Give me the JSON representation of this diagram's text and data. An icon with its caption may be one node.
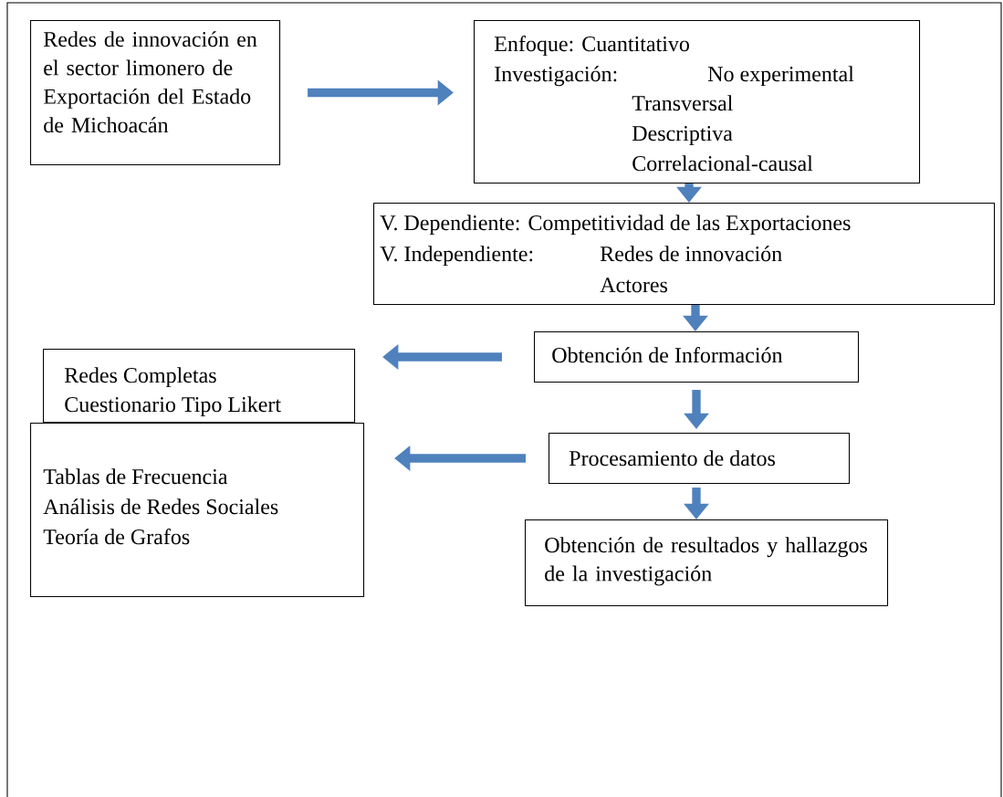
{
  "diagram": {
    "nodes": [
      {
        "text": [
          "Redes de innovación en el sector limonero de Exportación del Estado de Michoacán"
        ]
      },
      {
        "text": [
          "Enfoque: Cuantitativo",
          "Investigación:",
          "No experimental",
          "Transversal",
          "Descriptiva",
          "Correlacional-causal"
        ]
      },
      {
        "text": [
          "V. Dependiente: Competitividad de las Exportaciones",
          "V. Independiente:",
          "Redes de innovación",
          "Actores"
        ]
      },
      {
        "text": [
          "Obtención de Información"
        ]
      },
      {
        "text": [
          "Redes Completas",
          "Cuestionario Tipo Likert"
        ]
      },
      {
        "text": [
          "Tablas de Frecuencia",
          "Análisis de Redes Sociales",
          "Teoría de Grafos"
        ]
      },
      {
        "text": [
          "Procesamiento de datos"
        ]
      },
      {
        "text": [
          "Obtención de resultados y hallazgos de la investigación"
        ]
      }
    ],
    "edges": [
      {
        "from": 0,
        "to": 1,
        "arrow": "to"
      },
      {
        "from": 1,
        "to": 2,
        "arrow": "to"
      },
      {
        "from": 2,
        "to": 3,
        "arrow": "to"
      },
      {
        "from": 3,
        "to": 4,
        "arrow": "to"
      },
      {
        "from": 3,
        "to": 6,
        "arrow": "to"
      },
      {
        "from": 6,
        "to": 5,
        "arrow": "to"
      },
      {
        "from": 6,
        "to": 7,
        "arrow": "to"
      }
    ]
  }
}
